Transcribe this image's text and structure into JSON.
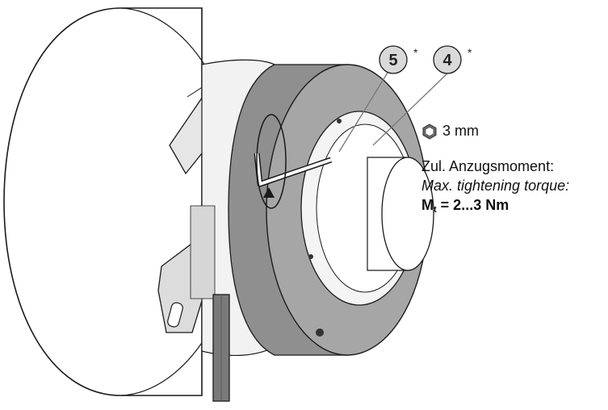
{
  "callouts": [
    {
      "number": "5",
      "mark": "*"
    },
    {
      "number": "4",
      "mark": "*"
    }
  ],
  "tool": {
    "icon": "hex-key-icon",
    "size": "3 mm"
  },
  "torque": {
    "label_de": "Zul. Anzugsmoment:",
    "label_en": "Max. tightening torque:",
    "symbol": "M",
    "symbol_sub": "t",
    "value": " = 2...3 Nm"
  },
  "colors": {
    "ring_dark": "#8f8f8f",
    "ring_face": "#a6a6a6",
    "outline": "#1a1a1a",
    "callout_fill": "#d9d9d9"
  }
}
